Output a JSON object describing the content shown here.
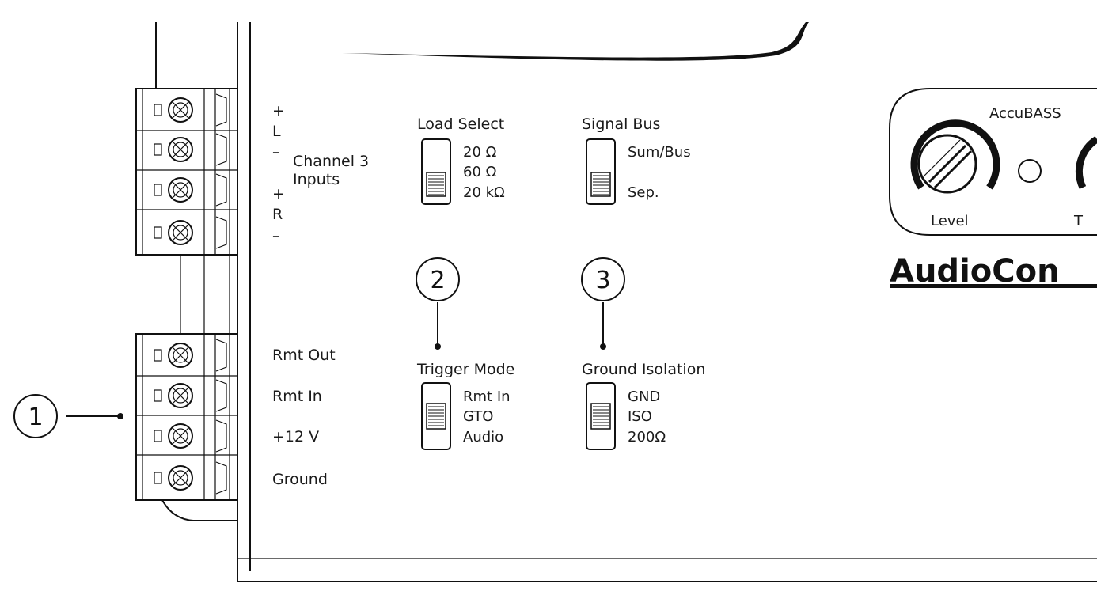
{
  "channel3": {
    "plus_l": "+",
    "l": "L",
    "minus_l": "–",
    "plus_r": "+",
    "r": "R",
    "minus_r": "–",
    "label_line1": "Channel 3",
    "label_line2": "Inputs"
  },
  "power_terminals": [
    "Rmt Out",
    "Rmt In",
    "+12 V",
    "Ground"
  ],
  "load_select": {
    "title": "Load Select",
    "options": [
      "20 Ω",
      "60 Ω",
      "20 kΩ"
    ]
  },
  "signal_bus": {
    "title": "Signal Bus",
    "options": [
      "Sum/Bus",
      "Sep."
    ]
  },
  "trigger_mode": {
    "title": "Trigger Mode",
    "options": [
      "Rmt In",
      "GTO",
      "Audio"
    ]
  },
  "ground_isolation": {
    "title": "Ground Isolation",
    "options": [
      "GND",
      "ISO",
      "200Ω"
    ]
  },
  "callouts": [
    "1",
    "2",
    "3"
  ],
  "accubass": {
    "title": "AccuBASS",
    "level_label": "Level",
    "second_label": "T"
  },
  "brand": "AudioCon"
}
